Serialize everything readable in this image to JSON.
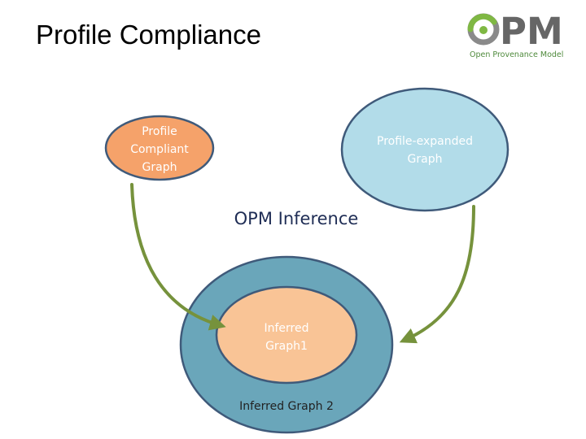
{
  "title": "Profile Compliance",
  "logo": {
    "mark": "PM",
    "tagline": "Open Provenance Model",
    "icon": "swirl-icon",
    "colors": {
      "swirl_green": "#7fb843",
      "swirl_grey": "#8a8a8a",
      "letters": "#666666",
      "tagline": "#4f8a3c"
    }
  },
  "nodes": {
    "profile_compliant": {
      "lines": [
        "Profile",
        "Compliant",
        "Graph"
      ],
      "fill": "#f5a26a"
    },
    "profile_expanded": {
      "lines": [
        "Profile-expanded",
        "Graph"
      ],
      "fill": "#b2dce9"
    },
    "inferred_graph_2": {
      "label": "Inferred Graph 2",
      "fill": "#6aa6ba"
    },
    "inferred_graph_1": {
      "lines": [
        "Inferred",
        "Graph1"
      ],
      "fill": "#f9c496"
    }
  },
  "process_label": "OPM Inference",
  "colors": {
    "arrow": "#76923c",
    "outline": "#3f5a7a"
  }
}
